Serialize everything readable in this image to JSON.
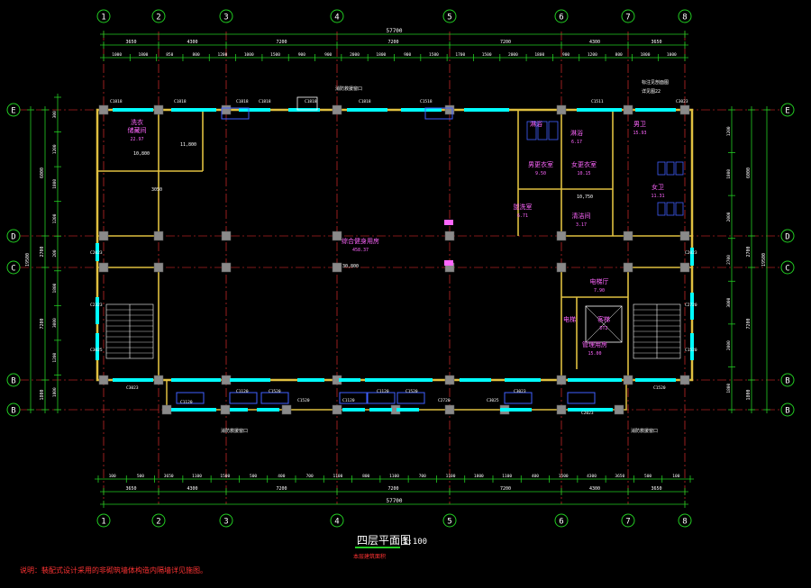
{
  "drawing": {
    "title": "四层平面图",
    "scale": "1:100",
    "subtitle": "本层建筑面积",
    "note": "说明：裝配式设计采用的非砌筑墙体构造内隔墙详见施图。"
  },
  "axes_vertical": [
    "1",
    "2",
    "3",
    "4",
    "5",
    "6",
    "7",
    "8"
  ],
  "axes_horizontal": [
    "E",
    "D",
    "C",
    "B",
    "B1"
  ],
  "top_dims": {
    "total": "57700",
    "bays": [
      "3650",
      "4300",
      "7200",
      "7200",
      "7200",
      "4300",
      "3650"
    ],
    "sub": [
      "1000",
      "1800",
      "850",
      "800",
      "1200",
      "1000",
      "1500",
      "900",
      "900",
      "2000",
      "1800",
      "900",
      "1500",
      "1700",
      "1500",
      "2000",
      "1800",
      "900",
      "1200",
      "800",
      "1800",
      "1000"
    ]
  },
  "bottom_dims": {
    "total": "57700",
    "bays": [
      "3650",
      "4300",
      "7200",
      "7200",
      "7200",
      "4300",
      "3650"
    ],
    "sub": [
      "100",
      "500",
      "3650",
      "1100",
      "1500",
      "500",
      "400",
      "700",
      "1100",
      "800",
      "1100",
      "700",
      "1100",
      "1800",
      "1100",
      "400",
      "1500",
      "4300",
      "3650",
      "500",
      "100"
    ]
  },
  "left_dims": {
    "total": "19500",
    "parts": [
      "6000",
      "2700",
      "7200",
      "1800"
    ],
    "sub": [
      "300",
      "1200",
      "1800",
      "1200",
      "200",
      "1800",
      "3000",
      "1200",
      "1800"
    ]
  },
  "right_dims": {
    "total": "19500",
    "parts": [
      "6000",
      "2700",
      "7200",
      "1800"
    ],
    "sub": [
      "1200",
      "1800",
      "2000",
      "2700",
      "3000",
      "2000",
      "1800"
    ]
  },
  "rooms": [
    {
      "name": "洗衣",
      "sub": "储藏间",
      "area": "22.97"
    },
    {
      "name": "综合健身用房",
      "area": "458.37"
    },
    {
      "name": "淋浴",
      "area": ""
    },
    {
      "name": "淋浴",
      "area": "6.17"
    },
    {
      "name": "男更衣室",
      "area": "9.50"
    },
    {
      "name": "女更衣室",
      "area": "10.15"
    },
    {
      "name": "男卫",
      "area": "15.93"
    },
    {
      "name": "女卫",
      "area": "11.31"
    },
    {
      "name": "盥洗室",
      "area": "6.71"
    },
    {
      "name": "清洁间",
      "area": "3.17"
    },
    {
      "name": "电梯厅",
      "area": "7.90"
    },
    {
      "name": "管理用房",
      "area": "15.00"
    },
    {
      "name": "电梯",
      "area": ""
    },
    {
      "name": "客梯",
      "area": "DT2"
    }
  ],
  "labels": {
    "fire_window_top": "消防救援窗口",
    "fire_window_bottom_left": "消防救援窗口",
    "fire_window_bottom_right": "消防救援窗口",
    "dim_10800": "10,800",
    "dim_11800": "11,800",
    "dim_3050": "3050",
    "dim_10750": "10,750",
    "dim_30800": "30,800",
    "top_right_note": "标注见剖面图",
    "top_right_note2": "详见图22"
  },
  "windows": [
    "C1818",
    "C1818",
    "C1818",
    "C1818",
    "C1818",
    "C1818",
    "C1518",
    "C1511",
    "C3023",
    "C2023",
    "C2323",
    "C3025",
    "C3023",
    "C2023",
    "C2720",
    "C1520",
    "C1520",
    "C1120",
    "C1120",
    "C1520",
    "C1520",
    "C1120",
    "C1120",
    "C1520",
    "C2720",
    "C3025",
    "C3023",
    "C2023"
  ],
  "colors": {
    "grid": "#22cc22",
    "axis_line": "#ff3333",
    "wall": "#e0c040",
    "column": "#8a8a8a",
    "window": "#00ffff",
    "room_text": "#ff66ff",
    "dim_text": "#ffffff",
    "note_text": "#ff3333"
  }
}
